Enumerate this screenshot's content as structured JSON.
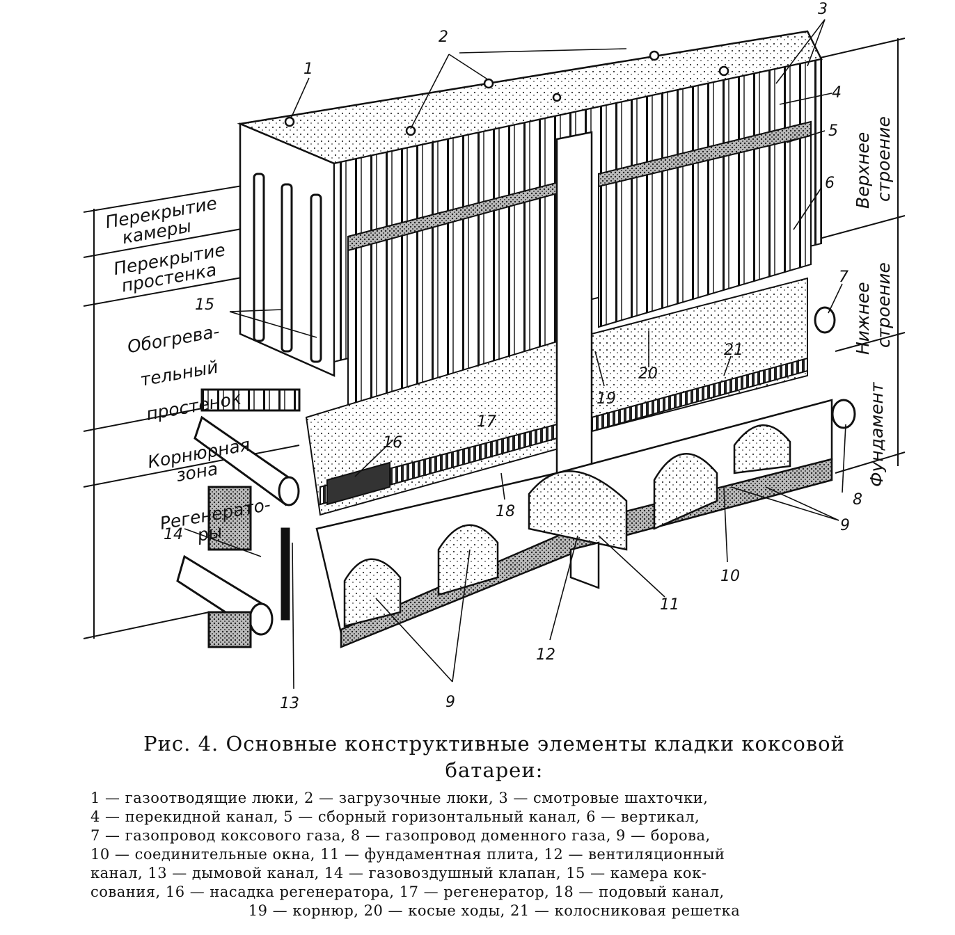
{
  "zones": {
    "perekrytie_kamery": [
      "Перекрытие",
      "камеры"
    ],
    "perekrytie_prostenka": [
      "Перекрытие",
      "простенка"
    ],
    "obogrevatelnyi": [
      "Обогрева-",
      "тельный",
      "простенок"
    ],
    "kornyurnaya": [
      "Корнюрная",
      "зона"
    ],
    "regeneratory": [
      "Регенерато-",
      "ры"
    ],
    "verkhnee": [
      "Верхнее",
      "строение"
    ],
    "nizhnee": [
      "Нижнее",
      "строение"
    ],
    "fundament": "Фундамент"
  },
  "numbers": [
    "1",
    "2",
    "3",
    "4",
    "5",
    "6",
    "7",
    "8",
    "9",
    "10",
    "11",
    "12",
    "13",
    "14",
    "15",
    "16",
    "17",
    "18",
    "19",
    "20",
    "21"
  ],
  "caption": {
    "title": "Рис. 4. Основные конструктивные элементы кладки коксовой",
    "title2": "батареи:",
    "legend_lines": [
      "1 — газоотводящие люки, 2 — загрузочные люки, 3 — смотровые шахточки,",
      "4 — перекидной канал, 5 — сборный горизонтальный канал, 6 — вертикал,",
      "7 — газопровод коксового газа, 8 — газопровод доменного газа, 9 — борова,",
      "10 — соединительные окна, 11 — фундаментная плита, 12 — вентиляционный",
      "канал, 13 — дымовой канал, 14 — газовоздушный клапан, 15 — камера кок-",
      "сования, 16 — насадка регенератора, 17 — регенератор, 18 — подовый канал,",
      "19 — корнюр, 20 — косые ходы, 21 — колосниковая решетка"
    ]
  }
}
